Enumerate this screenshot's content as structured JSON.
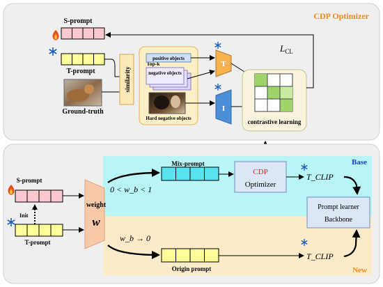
{
  "top_panel": {
    "title": "CDP  Optimizer",
    "s_prompt": "S-prompt",
    "t_prompt": "T-prompt",
    "ground_truth": "Ground-truth",
    "similarity": "similarity",
    "top_k": "Top-k",
    "positive_objects": "positive objects",
    "negative_objects": "negative objects",
    "hard_negative_objects": "Hard negative objects",
    "encoder_t": "T",
    "encoder_i": "I",
    "loss_base": "L",
    "loss_sub": "CL",
    "contrastive_learning": "contrastive learning"
  },
  "bottom_panel": {
    "base_label": "Base",
    "new_label": "New",
    "s_prompt": "S-prompt",
    "init": "Init",
    "t_prompt": "T-prompt",
    "weight": "weight",
    "weight_symbol": "w",
    "cond_base": "0 < w_b < 1",
    "cond_new": "w_b → 0",
    "mix_prompt": "Mix-prompt",
    "origin_prompt": "Origin prompt",
    "optimizer_cdp": "CDP",
    "optimizer_text": "Optimizer",
    "t_clip_top": "T_CLIP",
    "t_clip_bottom": "T_CLIP",
    "prompt_learner": "Prompt learner",
    "backbone": "Backbone"
  },
  "colors": {
    "s_prompt_fill": "#f9c9cf",
    "t_prompt_fill": "#fdfd99",
    "mix_prompt_fill": "#59e3ef",
    "base_band": "#b9f5f7",
    "new_band": "#fcebc8",
    "cdp_red": "#e02020",
    "title_orange": "#f08a1e",
    "base_blue": "#1c39e0"
  },
  "icons": [
    "fire-icon",
    "snowflake-icon"
  ]
}
